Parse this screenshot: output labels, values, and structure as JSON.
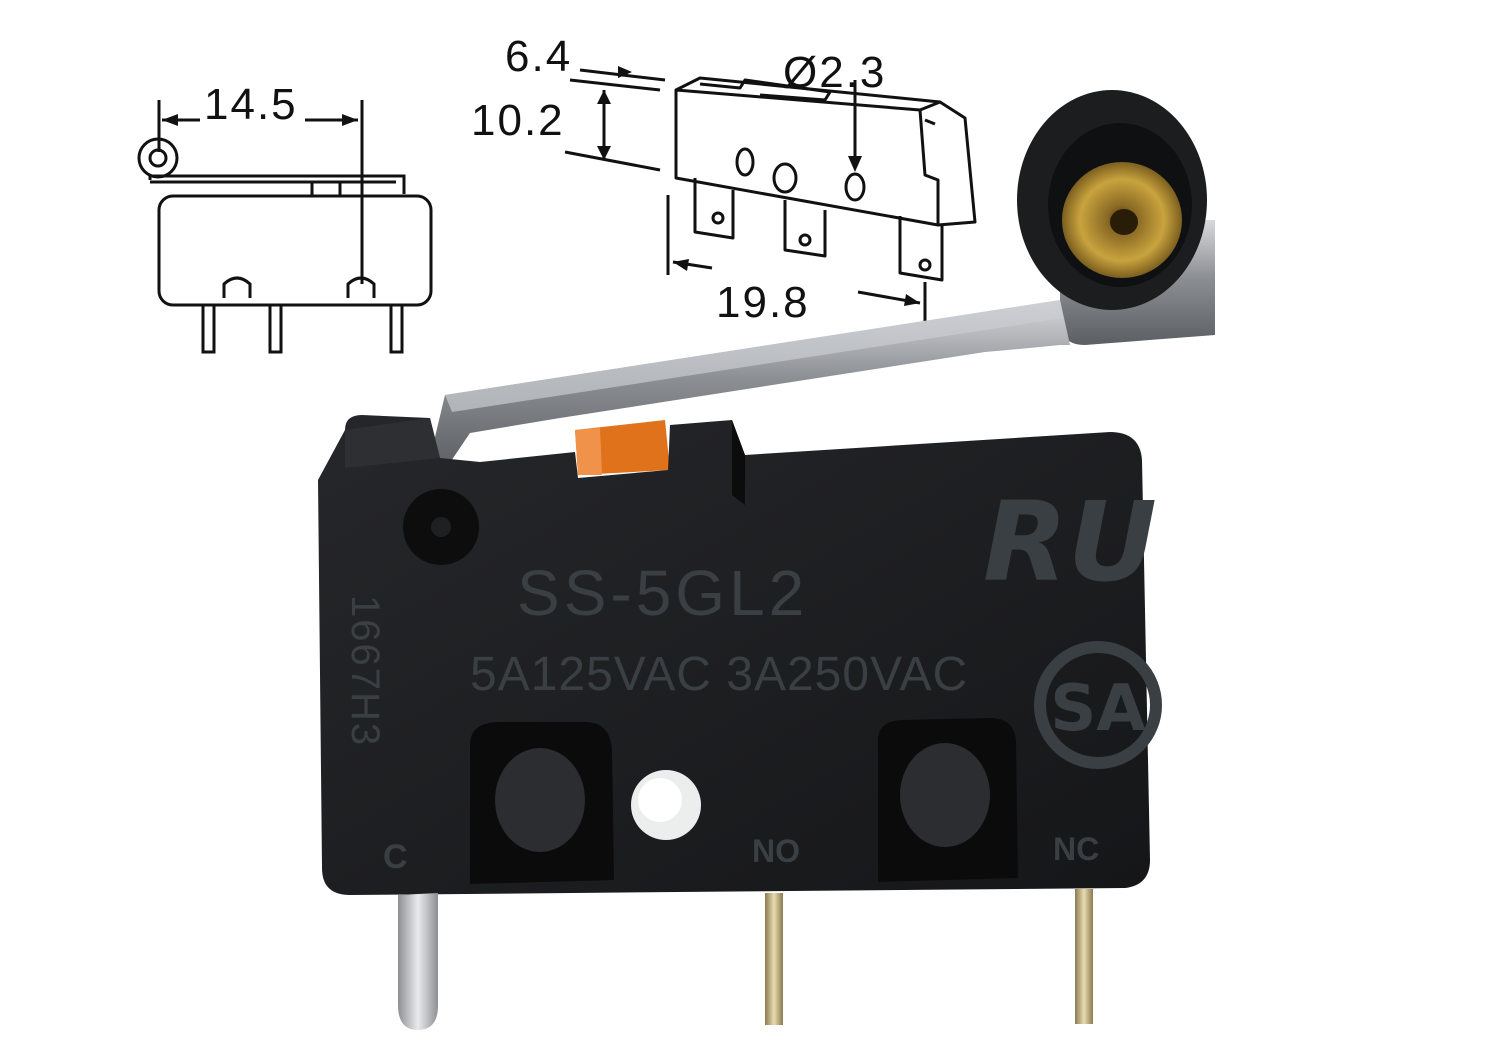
{
  "drawing_side": {
    "dimension_width": "14.5"
  },
  "drawing_iso": {
    "dimension_top": "6.4",
    "dimension_height": "10.2",
    "dimension_hole": "Ø2.3",
    "dimension_length": "19.8"
  },
  "switch": {
    "model": "SS-5GL2",
    "rating": "5A125VAC 3A250VAC",
    "date_code": "1667H3",
    "terminal_common": "C",
    "terminal_no": "NO",
    "terminal_nc": "NC",
    "ul_mark": "RU",
    "csa_mark": "SA",
    "body_color": "#1b1c1e",
    "lever_color": "#8c8f93",
    "roller_center_color": "#b8912f",
    "plunger_color": "#e0721c"
  }
}
